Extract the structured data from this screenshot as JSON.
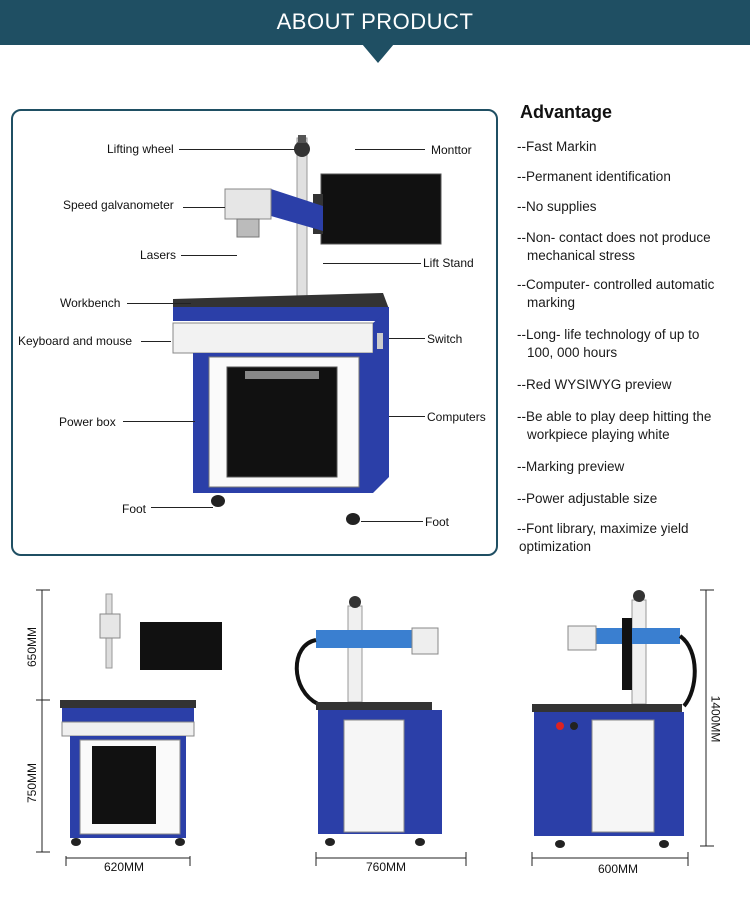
{
  "header": {
    "title": "ABOUT PRODUCT"
  },
  "figure": {
    "labels": {
      "lifting_wheel": "Lifting wheel",
      "speed_galvanometer": "Speed galvanometer",
      "lasers": "Lasers",
      "workbench": "Workbench",
      "keyboard_mouse": "Keyboard and mouse",
      "power_box": "Power box",
      "foot_left": "Foot",
      "monitor": "Monttor",
      "lift_stand": "Lift Stand",
      "switch": "Switch",
      "computers": "Computers",
      "foot_right": "Foot"
    }
  },
  "advantage": {
    "title": "Advantage",
    "items": [
      {
        "line1": "--Fast Markin",
        "line2": ""
      },
      {
        "line1": "--Permanent  identification",
        "line2": ""
      },
      {
        "line1": "--No supplies",
        "line2": ""
      },
      {
        "line1": "--Non- contact does not produce",
        "line2": "mechanical stress"
      },
      {
        "line1": "--Computer- controlled automatic",
        "line2": "marking"
      },
      {
        "line1": "--Long- life technology of up to",
        "line2": "100, 000 hours"
      },
      {
        "line1": "--Red WYSIWYG preview",
        "line2": ""
      },
      {
        "line1": "--Be able to play deep hitting the",
        "line2": "workpiece playing  white"
      },
      {
        "line1": "--Marking preview",
        "line2": ""
      },
      {
        "line1": "--Power adjustable size",
        "line2": ""
      },
      {
        "line1": "--Font library, maximize yield",
        "line2": "optimization"
      }
    ]
  },
  "dimensions": {
    "left_height_top": "650MM",
    "left_height_bottom": "750MM",
    "left_width": "620MM",
    "middle_width": "760MM",
    "right_height": "1400MM",
    "right_width": "600MM"
  },
  "colors": {
    "banner": "#1f4f63",
    "cabinet_blue": "#2b3fa8",
    "galvo_blue": "#3a7fd0"
  }
}
